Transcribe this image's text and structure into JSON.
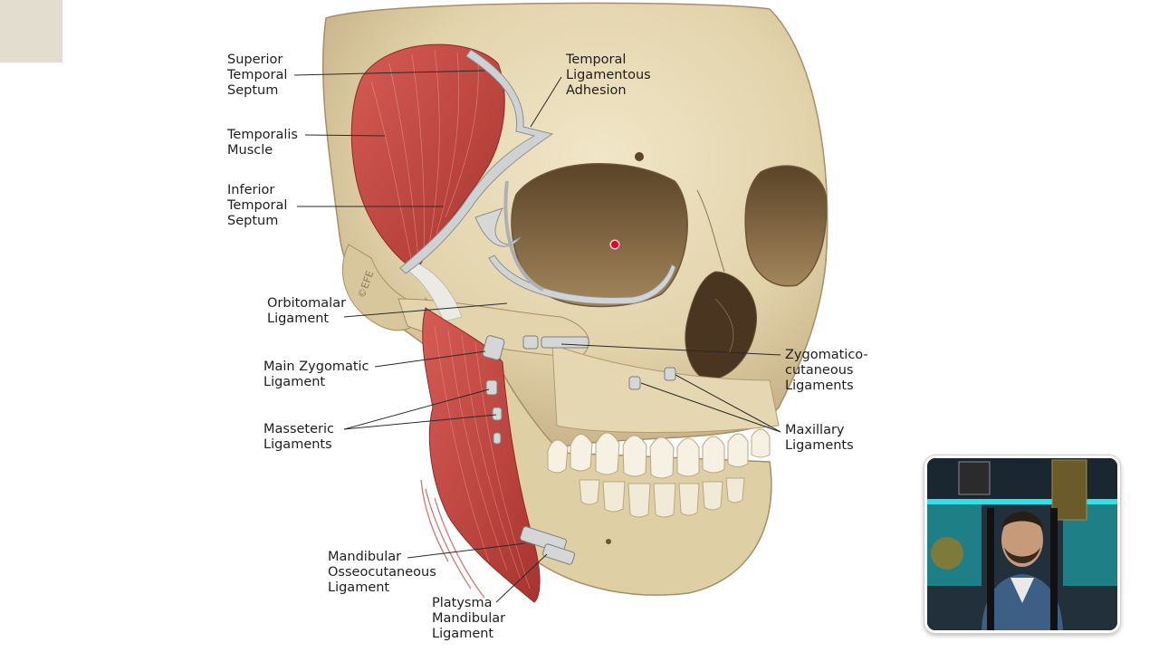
{
  "labels": {
    "superior_temporal_septum": "Superior\nTemporal\nSeptum",
    "temporalis_muscle": "Temporalis\nMuscle",
    "inferior_temporal_septum": "Inferior\nTemporal\nSeptum",
    "orbitomalar_ligament": "Orbitomalar\nLigament",
    "main_zygomatic_ligament": "Main Zygomatic\nLigament",
    "masseteric_ligaments": "Masseteric\nLigaments",
    "mandibular_osseocutaneous_ligament": "Mandibular\nOsseocutaneous\nLigament",
    "platysma_mandibular_ligament": "Platysma\nMandibular\nLigament",
    "temporal_ligamentous_adhesion": "Temporal\nLigamentous\nAdhesion",
    "zygomaticocutaneous_ligaments": "Zygomatico-\ncutaneous\nLigaments",
    "maxillary_ligaments": "Maxillary\nLigaments"
  },
  "watermark": "©EFE",
  "colors": {
    "bone": "#e6d8b4",
    "bone_shadow": "#b9a27a",
    "muscle": "#c84a44",
    "muscle_dark": "#9c2f2c",
    "ligament": "#c9cccc",
    "label_text": "#1e1e1e",
    "laser": "#e8002a"
  },
  "webcam": {
    "icon": "presenter-webcam"
  }
}
